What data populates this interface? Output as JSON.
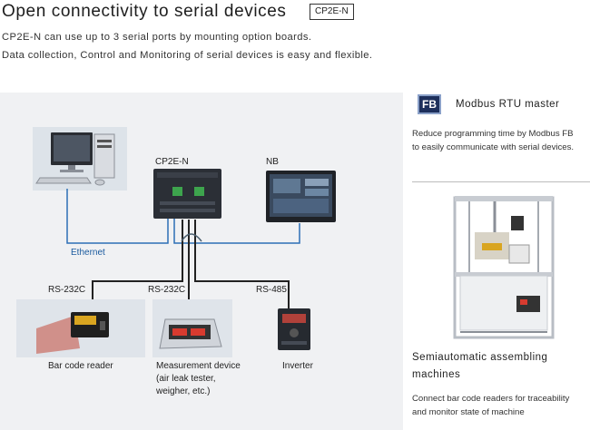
{
  "header": {
    "title": "Open connectivity to serial devices",
    "badge": "CP2E-N",
    "intro_line1": "CP2E-N can use up to 3 serial ports by mounting option boards.",
    "intro_line2": "Data collection, Control and Monitoring of serial devices is easy and flexible."
  },
  "diagram": {
    "plc_label": "CP2E-N",
    "hmi_label": "NB",
    "ethernet_label": "Ethernet",
    "port1_label": "RS-232C",
    "port2_label": "RS-232C",
    "port3_label": "RS-485",
    "device1_label": "Bar code reader",
    "device2_line1": "Measurement device",
    "device2_line2": "(air leak tester,",
    "device2_line3": "weigher, etc.)",
    "device3_label": "Inverter"
  },
  "feature": {
    "icon_text": "FB",
    "title": "Modbus RTU master",
    "desc_line1": "Reduce programming time by Modbus FB",
    "desc_line2": "to easily communicate with serial devices."
  },
  "application": {
    "title_line1": "Semiautomatic assembling",
    "title_line2": "machines",
    "desc_line1": "Connect bar code readers for traceability",
    "desc_line2": "and monitor state of machine"
  },
  "colors": {
    "panel_bg": "#f0f1f3",
    "ethernet_line": "#2c6fb6",
    "fb_icon_bg": "#1d2f5c"
  }
}
